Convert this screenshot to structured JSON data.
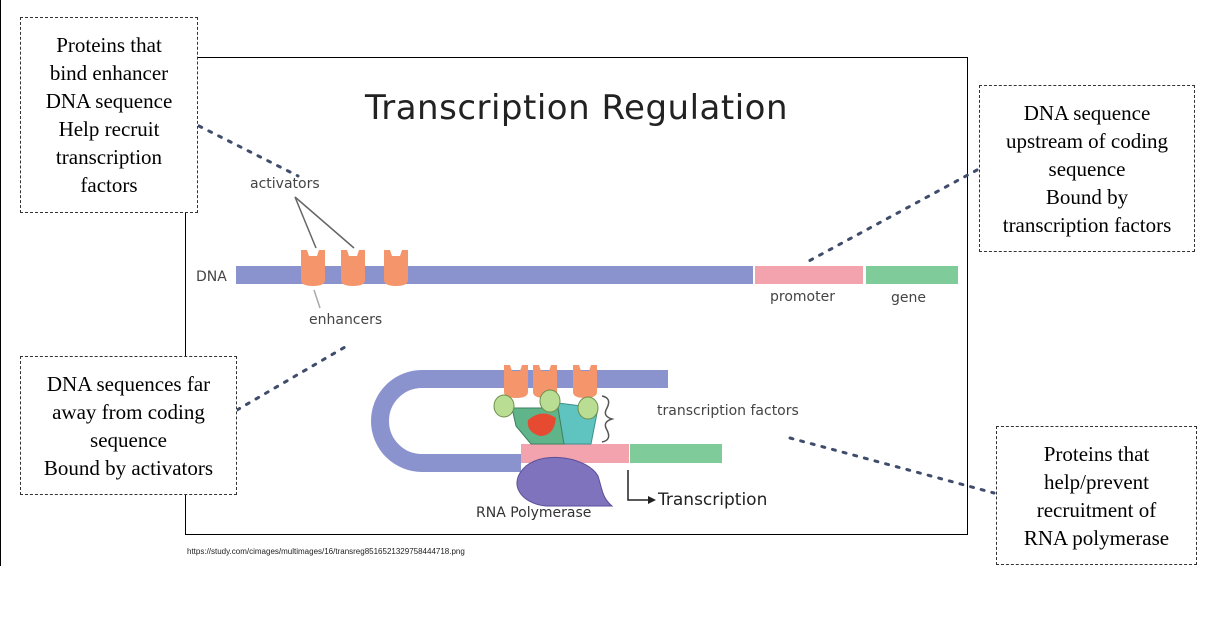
{
  "figure": {
    "title": "Transcription Regulation",
    "labels": {
      "activators": "activators",
      "dna": "DNA",
      "enhancers": "enhancers",
      "promoter": "promoter",
      "gene": "gene",
      "transcription_factors": "transcription factors",
      "rna_polymerase": "RNA Polymerase",
      "transcription": "Transcription"
    },
    "source_url": "https://study.com/cimages/multimages/16/transreg8516521329758444718.png"
  },
  "callouts": {
    "activators": [
      "Proteins that",
      "bind enhancer",
      "DNA sequence",
      "Help recruit",
      "transcription",
      "factors"
    ],
    "promoter": [
      "DNA sequence",
      "upstream of coding",
      "sequence",
      "Bound by",
      "transcription factors"
    ],
    "enhancers": [
      "DNA sequences far",
      "away from coding",
      "sequence",
      "Bound by activators"
    ],
    "transcription_factors": [
      "Proteins that",
      "help/prevent",
      "recruitment of",
      "RNA polymerase"
    ]
  },
  "colors": {
    "dna": "#8b93cf",
    "activator": "#f4956b",
    "promoter": "#f3a3ad",
    "gene": "#7fcb9a",
    "tf_light_green": "#b8dd93",
    "tf_teal": "#5fc3c0",
    "tf_green": "#5fb48a",
    "tf_red": "#e64b32",
    "rna_polymerase": "#8073bd",
    "dotted_line": "#3f4c6b"
  }
}
